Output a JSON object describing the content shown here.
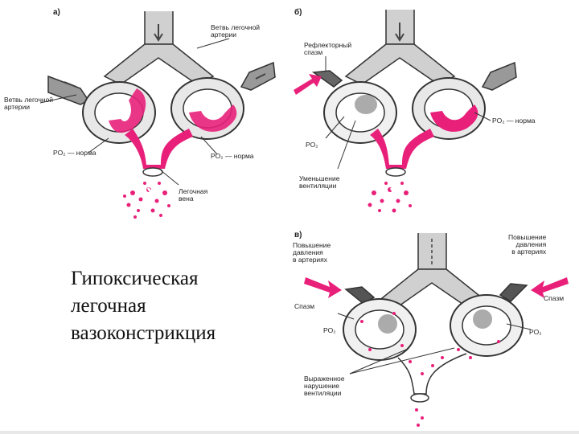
{
  "title": "Гипоксическая\nлегочная\nвазоконстрикция",
  "panels": {
    "a": {
      "letter": "а)",
      "artery_branch_top": "Ветвь легочной\nартерии",
      "artery_branch_left": "Ветвь легочной\nартерии",
      "po2_left": "PO₂ — норма",
      "po2_right": "PO₂ — норма",
      "vein": "Легочная\nвена"
    },
    "b": {
      "letter": "б)",
      "reflex_spasm": "Рефлекторный\nспазм",
      "po2_right": "PO₂ — норма",
      "po2_left": "PO₂",
      "reduced_ventilation": "Уменьшение\nвентиляции"
    },
    "c": {
      "letter": "в)",
      "pressure_left": "Повышение\nдавления\nв артериях",
      "pressure_right": "Повышение\nдавления\nв артериях",
      "spasm_left": "Спазм",
      "spasm_right": "Спазм",
      "po2_left": "PO₂",
      "po2_right": "PO₂",
      "impaired_ventilation": "Выраженное\nнарушение\nвентиляции"
    }
  },
  "colors": {
    "blood": "#e8207a",
    "vessel": "#c8c8c8",
    "outline": "#333333"
  }
}
